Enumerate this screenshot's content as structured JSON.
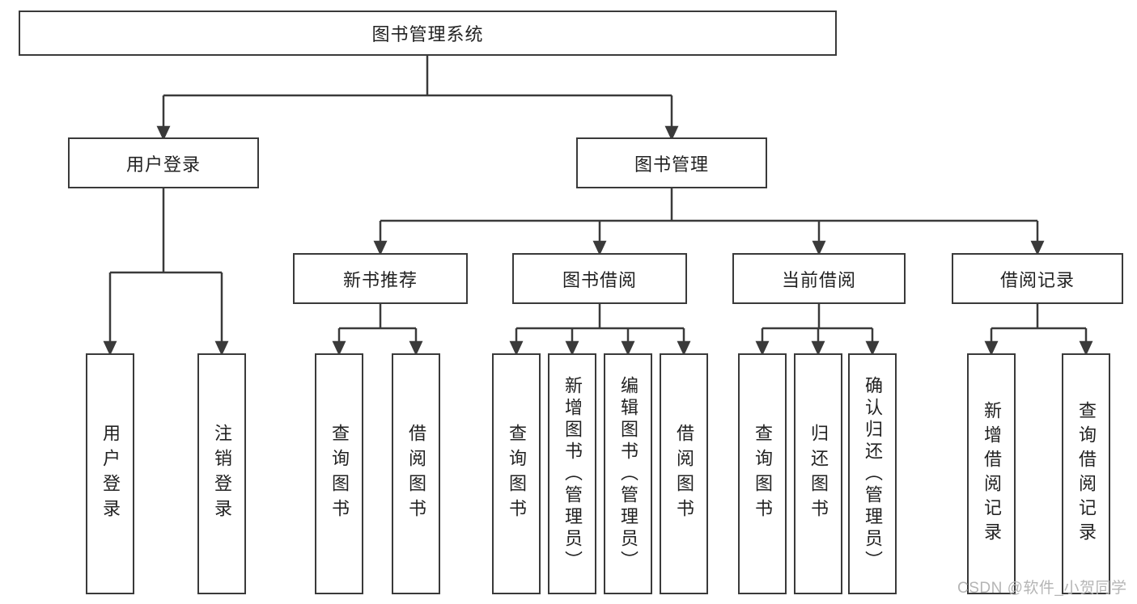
{
  "diagram": {
    "type": "tree",
    "hierarchy": {
      "root": "图书管理系统",
      "children": [
        {
          "label": "用户登录",
          "children": [
            "用户登录",
            "注销登录"
          ]
        },
        {
          "label": "图书管理",
          "children": [
            {
              "label": "新书推荐",
              "children": [
                "查询图书",
                "借阅图书"
              ]
            },
            {
              "label": "图书借阅",
              "children": [
                "查询图书",
                "新增图书（管理员）",
                "编辑图书（管理员）",
                "借阅图书"
              ]
            },
            {
              "label": "当前借阅",
              "children": [
                "查询图书",
                "归还图书",
                "确认归还（管理员）"
              ]
            },
            {
              "label": "借阅记录",
              "children": [
                "新增借阅记录",
                "查询借阅记录"
              ]
            }
          ]
        }
      ]
    },
    "watermark": "CSDN @软件_小贺同学",
    "colors": {
      "background": "#ffffff",
      "line": "#3a3a3a",
      "box_border": "#3a3a3a",
      "box_fill": "#ffffff",
      "text": "#222222",
      "watermark": "#b5b5b5"
    }
  }
}
